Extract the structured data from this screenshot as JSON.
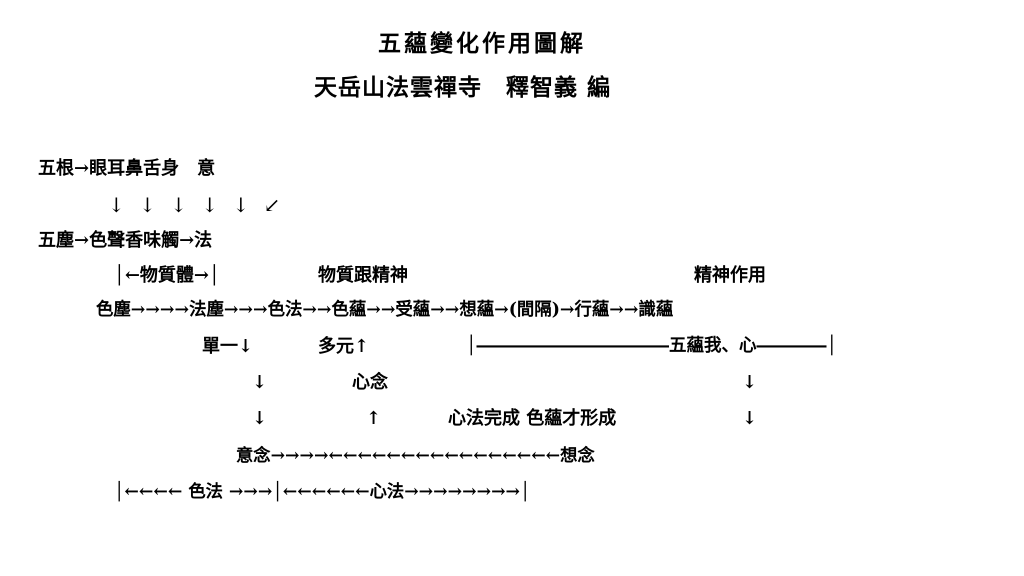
{
  "title": "五蘊變化作用圖解",
  "subtitle": "天岳山法雲禪寺　釋智義 編",
  "rows": {
    "r1": "五根→眼耳鼻舌身　意",
    "r2": "↓ ↓ ↓ ↓ ↓ ↙",
    "r3": "五塵→色聲香味觸→法",
    "r4a": "│←物質體→│",
    "r4b": "物質跟精神",
    "r4c": "精神作用",
    "r5": "色塵→→→→法塵→→→色法→→色蘊→→受蘊→→想蘊→(間隔)→行蘊→→識蘊",
    "r6a": "單一↓",
    "r6b": "多元↑",
    "r6c": "│―――――――――――五蘊我、心――――│",
    "r7a": "↓",
    "r7b": "心念",
    "r7c": "↓",
    "r8a": "↓",
    "r8b": "↑",
    "r8c": "心法完成 色蘊才形成",
    "r8d": "↓",
    "r9": "意念→→→→←←←←←←←←←←←←←←←←想念",
    "r10": "│←←←← 色法 →→→│←←←←←←心法→→→→→→→→│"
  }
}
